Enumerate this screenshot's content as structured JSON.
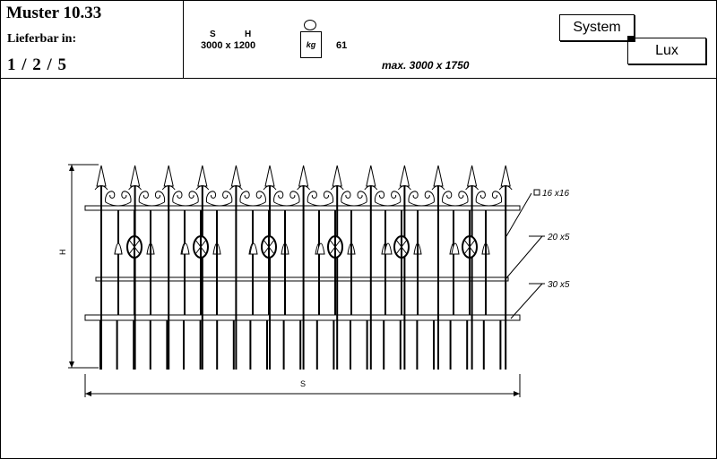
{
  "header": {
    "title": "Muster 10.33",
    "availability_label": "Lieferbar in:",
    "available_sizes": "1 / 2 / 5",
    "col_s_label": "S",
    "col_h_label": "H",
    "dimensions": "3000 x 1200",
    "weight_unit": "kg",
    "weight_value": "61",
    "max_size": "max. 3000 x 1750",
    "system_label": "System",
    "system_name": "Lux"
  },
  "drawing": {
    "height_label": "H",
    "width_label": "S",
    "callouts": {
      "top_rail": "16 x16",
      "middle_rail": "20 x5",
      "bottom_rail": "30 x5"
    }
  }
}
